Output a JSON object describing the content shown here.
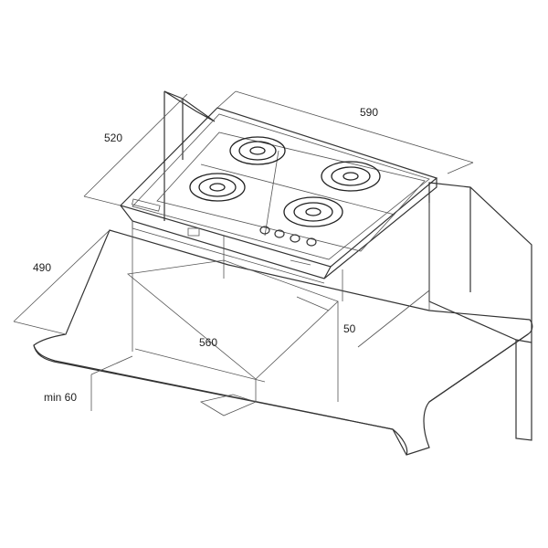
{
  "dimensions": {
    "width_overall": "590",
    "depth_overall": "520",
    "cutout_depth": "490",
    "cutout_width": "560",
    "edge_offset": "50",
    "min_clearance": "min 60"
  }
}
